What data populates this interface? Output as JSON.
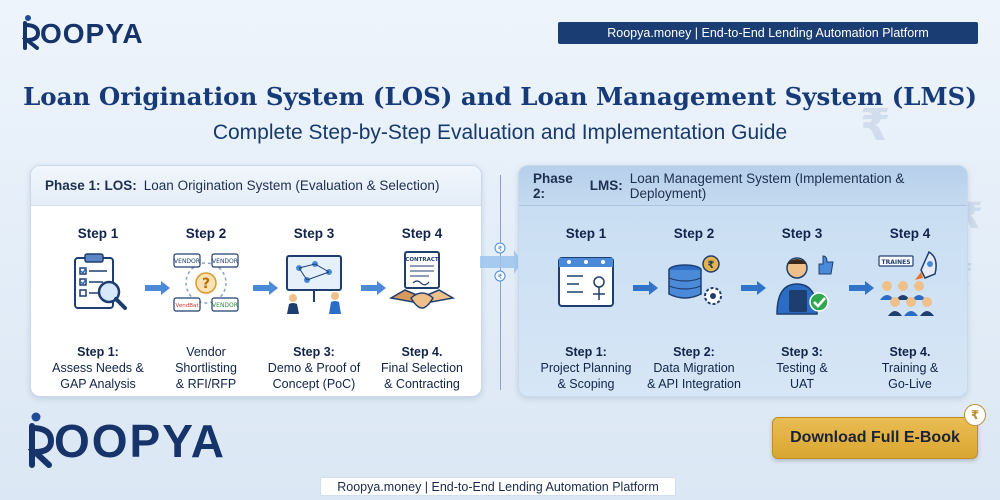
{
  "brand": {
    "logo_text": "OOPYA",
    "top_banner": "Roopya.money | End-to-End Lending Automation Platform",
    "bottom_banner": "Roopya.money | End-to-End Lending Automation Platform"
  },
  "title": "Loan Origination System (LOS) and Loan Management System (LMS)",
  "subtitle": "Complete Step-by-Step Evaluation and Implementation Guide",
  "phase1": {
    "label": "Phase 1:",
    "code": "LOS:",
    "name": "Loan Origination System (Evaluation & Selection)",
    "steps": [
      {
        "num": "Step 1",
        "title": "Step 1:",
        "line1": "Assess Needs &",
        "line2": "GAP Analysis"
      },
      {
        "num": "Step 2",
        "title": "Vendor",
        "line1": "Shortlisting",
        "line2": "& RFI/RFP"
      },
      {
        "num": "Step 3",
        "title": "Step 3:",
        "line1": "Demo & Proof of",
        "line2": "Concept (PoC)"
      },
      {
        "num": "Step 4",
        "title": "Step 4.",
        "line1": "Final Selection",
        "line2": "& Contracting"
      }
    ]
  },
  "phase2": {
    "label": "Phase 2:",
    "code": "LMS:",
    "name": "Loan Management System (Implementation & Deployment)",
    "steps": [
      {
        "num": "Step 1",
        "title": "Step 1:",
        "line1": "Project Planning",
        "line2": "& Scoping"
      },
      {
        "num": "Step 2",
        "title": "Step 2:",
        "line1": "Data Migration",
        "line2": "& API Integration"
      },
      {
        "num": "Step 3",
        "title": "Step 3:",
        "line1": "Testing &",
        "line2": "UAT"
      },
      {
        "num": "Step 4",
        "title": "Step 4.",
        "line1": "Training &",
        "line2": "Go-Live"
      }
    ]
  },
  "icon_labels": {
    "vendor_a": "VENDOR",
    "vendor_b": "VENDOR",
    "vendor_c": "VendBat",
    "vendor_d": "VENDOR",
    "contract": "CONTRACT",
    "trainees": "TRAINES"
  },
  "cta": {
    "download_label": "Download Full E-Book"
  },
  "colors": {
    "navy": "#173a78",
    "gold": "#dcae3a",
    "phase2_bg": "#c7dcf2"
  }
}
